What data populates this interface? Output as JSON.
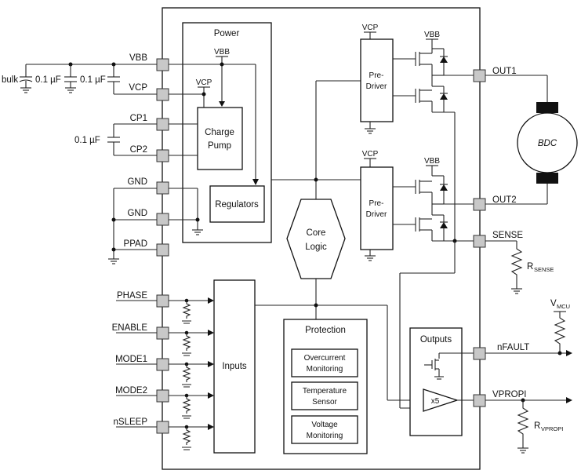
{
  "chip": {
    "power_block": "Power",
    "charge_pump": [
      "Charge",
      "Pump"
    ],
    "regulators": "Regulators",
    "core_logic": [
      "Core",
      "Logic"
    ],
    "predriver": [
      "Pre-",
      "Driver"
    ],
    "inputs_block": "Inputs",
    "protection_block": "Protection",
    "overcurrent": [
      "Overcurrent",
      "Monitoring"
    ],
    "temperature": [
      "Temperature",
      "Sensor"
    ],
    "voltage": [
      "Voltage",
      "Monitoring"
    ],
    "outputs_block": "Outputs",
    "amp_gain": "x5",
    "internal_vbb": "VBB",
    "internal_vcp": "VCP"
  },
  "left_pins": [
    "VBB",
    "VCP",
    "CP1",
    "CP2",
    "GND",
    "GND",
    "PPAD",
    "PHASE",
    "ENABLE",
    "MODE1",
    "MODE2",
    "nSLEEP"
  ],
  "right_pins": [
    "OUT1",
    "OUT2",
    "SENSE",
    "nFAULT",
    "VPROPI"
  ],
  "external": {
    "bulk": "bulk",
    "cap1": "0.1 µF",
    "cap2": "0.1 µF",
    "cap_cp": "0.1 µF",
    "motor": "BDC",
    "rsense": "R",
    "rsense_sub": "SENSE",
    "vmcu": "V",
    "vmcu_sub": "MCU",
    "rvpropi": "R",
    "rvpropi_sub": "VPROPI"
  }
}
